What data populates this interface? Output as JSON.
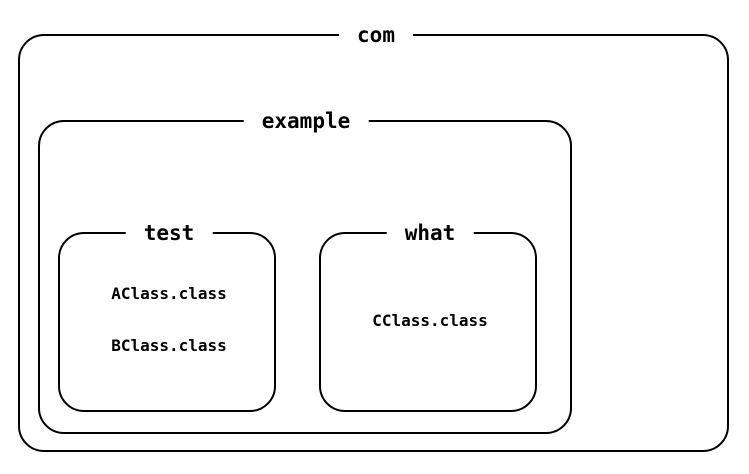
{
  "packages": {
    "root": {
      "label": "com"
    },
    "example": {
      "label": "example"
    },
    "test": {
      "label": "test",
      "files": [
        "AClass.class",
        "BClass.class"
      ]
    },
    "what": {
      "label": "what",
      "files": [
        "CClass.class"
      ]
    }
  }
}
